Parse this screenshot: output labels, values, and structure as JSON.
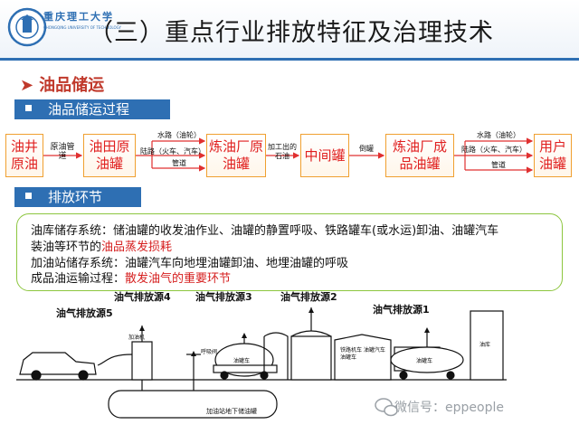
{
  "header": {
    "title": "（三）重点行业排放特征及治理技术",
    "logo_text": "重庆理工大学",
    "logo_subtext": "CHONGQING UNIVERSITY OF TECHNOLOGY"
  },
  "section": {
    "arrow": "➤",
    "title": "油品储运"
  },
  "bar1": {
    "label": "油品储运过程"
  },
  "bar2": {
    "label": "排放环节"
  },
  "flow": {
    "nodes": {
      "n1": "油井原油",
      "n2": "油田原油罐",
      "n3": "炼油厂原油罐",
      "n4": "中间罐",
      "n5": "炼油厂成品油罐",
      "n6": "用户油罐"
    },
    "labels": {
      "l1": "原油管道",
      "l2a": "水路（油轮）",
      "l2b": "陆路（火车、汽车）",
      "l2c": "管道",
      "l3": "加工出的石油",
      "l4": "倒罐",
      "l5a": "水路（油轮）",
      "l5b": "陆路（火车、汽车）",
      "l5c": "管道"
    }
  },
  "emission": {
    "line1": "油库储存系统：储油罐的收发油作业、油罐的静置呼吸、铁路罐车(或水运)卸油、油罐汽车",
    "line2a": "装油等环节的",
    "line2b": "油品蒸发损耗",
    "line3": "加油站储存系统：油罐汽车向地埋油罐卸油、地埋油罐的呼吸",
    "line4a": "成品油运输过程：",
    "line4b": "散发油气的重要环节"
  },
  "sketch": {
    "src4": "油气排放源4",
    "src3": "油气排放源3",
    "src2": "油气排放源2",
    "src5": "油气排放源5",
    "src1": "油气排放源1",
    "dispenser": "加油机",
    "breather": "呼吸阀",
    "tank_truck": "油罐车",
    "rail_tanker": "铁路机车 油罐汽车 油罐车",
    "rail_car": "油罐车",
    "depot": "油库",
    "underground": "加油站地下储油罐"
  },
  "watermark": "微信号：eppeople",
  "colors": {
    "blue": "#2e6fb3",
    "red": "#d62020",
    "orange": "#f0a030",
    "green": "#8dc63f"
  }
}
